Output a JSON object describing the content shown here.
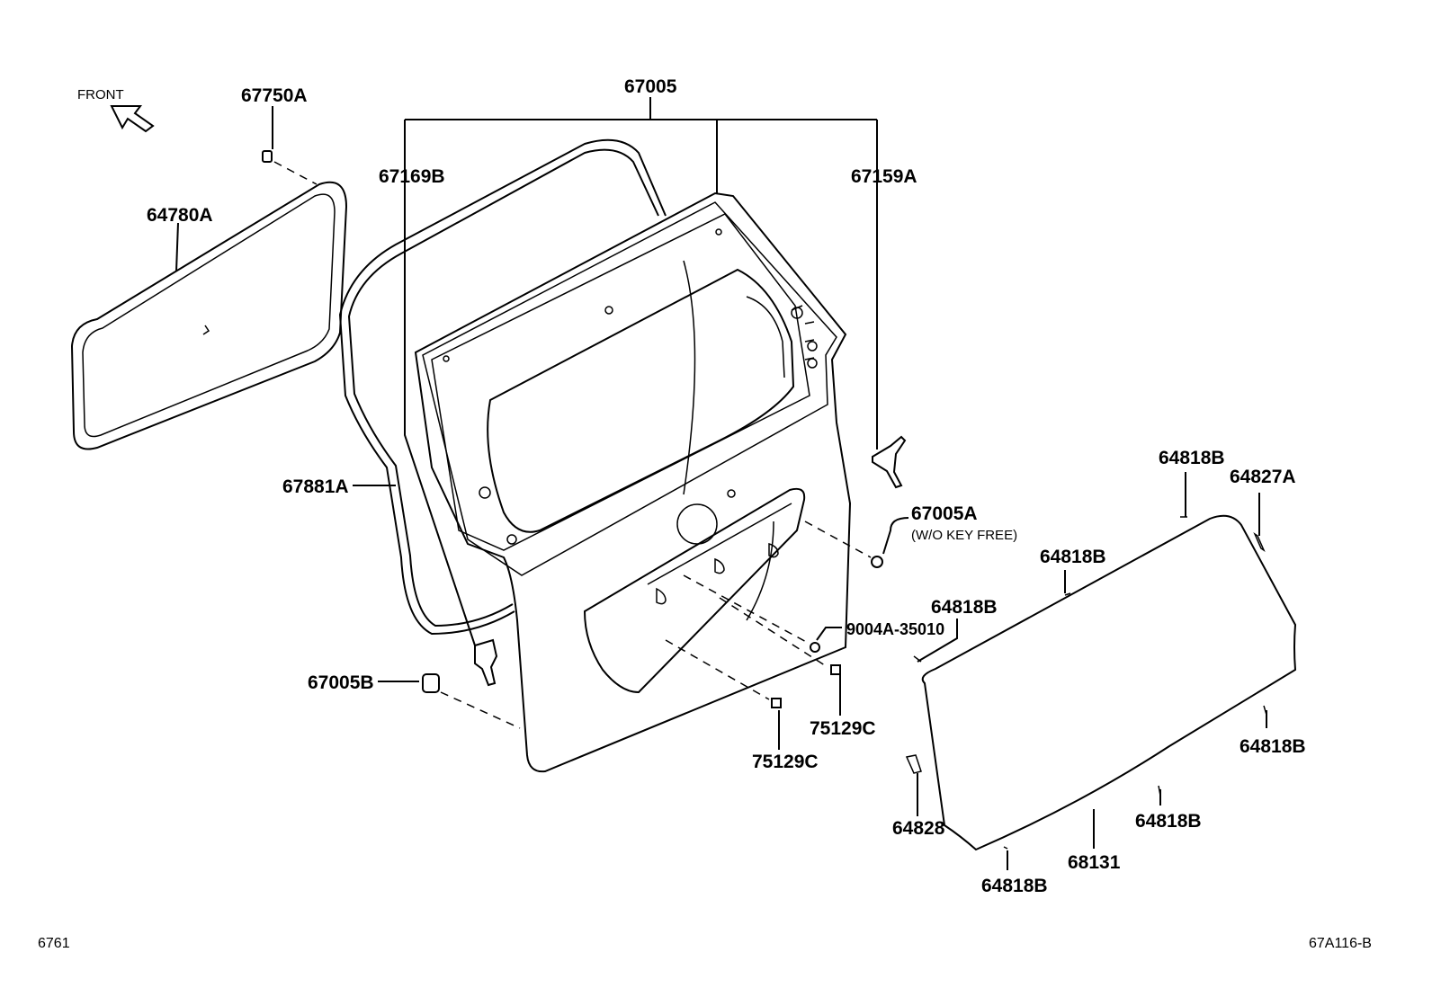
{
  "front_label": "FRONT",
  "labels": {
    "p67005": "67005",
    "p67750A": "67750A",
    "p64780A": "64780A",
    "p67169B": "67169B",
    "p67159A": "67159A",
    "p67881A": "67881A",
    "p67005A": "67005A",
    "p67005A_note": "(W/O KEY FREE)",
    "p9004A": "9004A-35010",
    "p67005B": "67005B",
    "p75129C_1": "75129C",
    "p75129C_2": "75129C",
    "p64818B_1": "64818B",
    "p64827A": "64827A",
    "p64818B_2": "64818B",
    "p64818B_3": "64818B",
    "p64818B_4": "64818B",
    "p64818B_5": "64818B",
    "p64828": "64828",
    "p68131": "68131",
    "p64818B_6": "64818B"
  },
  "footer": {
    "page_code": "6761",
    "diagram_code": "67A116-B"
  }
}
